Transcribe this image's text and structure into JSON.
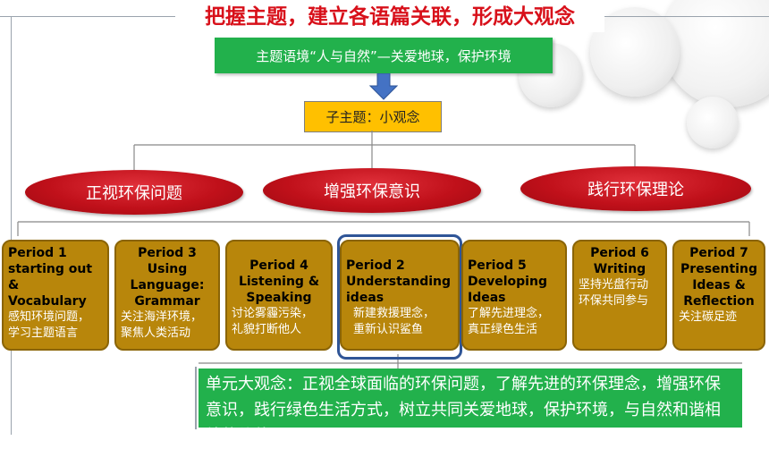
{
  "title": "把握主题，建立各语篇关联，形成大观念",
  "theme": "主题语境“人与自然”—关爱地球，保护环境",
  "subtheme": "子主题：小观念",
  "branches": [
    {
      "label": "正视环保问题"
    },
    {
      "label": "增强环保意识"
    },
    {
      "label": "践行环保理论"
    }
  ],
  "periods": [
    {
      "title": "Period 1\nstarting  out\n&\nVocabulary",
      "desc": "感知环境问题，\n学习主题语言"
    },
    {
      "title": "Period 3\nUsing\nLanguage:\nGrammar",
      "desc": "关注海洋环境，\n聚焦人类活动"
    },
    {
      "title": "Period 4\nListening &\nSpeaking",
      "desc": "讨论雾霾污染，\n礼貌打断他人"
    },
    {
      "title": "Period 2\nUnderstanding\nideas",
      "desc": "新建救援理念，\n重新认识鲨鱼"
    },
    {
      "title": "Period 5\nDeveloping\nIdeas",
      "desc": "了解先进理念，\n真正绿色生活"
    },
    {
      "title": "Period 6\nWriting",
      "desc": "坚持光盘行动\n环保共同参与"
    },
    {
      "title": "Period 7\nPresenting\nIdeas &\nReflection",
      "desc": "关注碳足迹"
    }
  ],
  "summary": "单元大观念：正视全球面临的环保问题，了解先进的环保理念，增强环保意识，践行绿色生活方式，树立共同关爱地球，保护环境，与自然和谐相处的价值观。",
  "colors": {
    "title_red": "#d8101a",
    "green": "#22b14c",
    "orange": "#ffc000",
    "ellipse_red": "#c0101a",
    "period_gold": "#b8860b",
    "highlight_blue": "#2f5597",
    "arrow_blue": "#4472c4"
  }
}
